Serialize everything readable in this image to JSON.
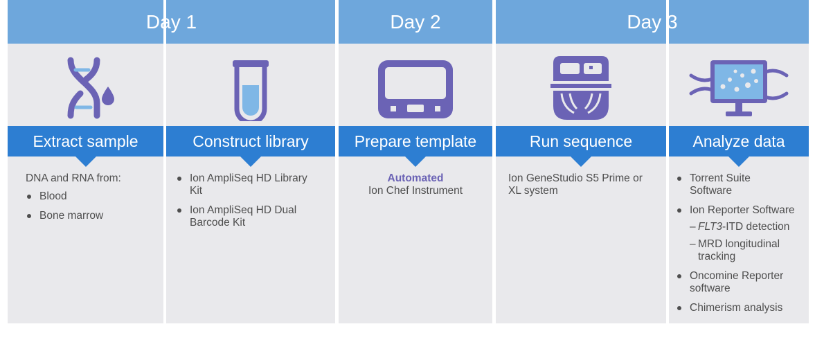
{
  "days": [
    "Day 1",
    "Day 2",
    "Day 3"
  ],
  "stages": [
    {
      "title": "Extract sample"
    },
    {
      "title": "Construct library"
    },
    {
      "title": "Prepare template"
    },
    {
      "title": "Run sequence"
    },
    {
      "title": "Analyze data"
    }
  ],
  "extract": {
    "intro": "DNA and RNA from:",
    "items": [
      "Blood",
      "Bone marrow"
    ]
  },
  "library": {
    "items": [
      "Ion AmpliSeq HD Library Kit",
      "Ion AmpliSeq HD Dual Barcode Kit"
    ]
  },
  "template": {
    "highlight": "Automated",
    "text": "Ion Chef Instrument"
  },
  "sequence": {
    "text": "Ion GeneStudio S5 Prime or XL system"
  },
  "analyze": {
    "item1": "Torrent Suite Software",
    "item2": "Ion Reporter Software",
    "sub1_italic": "FLT3",
    "sub1_rest": "-ITD detection",
    "sub2": "MRD longitudinal tracking",
    "item3": "Oncomine Reporter software",
    "item4": "Chimerism analysis"
  },
  "colors": {
    "day_header": "#6ea7dc",
    "stage_bar": "#2d7ed2",
    "icon": "#6b63b5",
    "icon_light": "#7fb7e6",
    "panel": "#e9e9ec"
  },
  "icons": [
    "dna-drop-icon",
    "test-tube-icon",
    "instrument-icon",
    "sequencer-icon",
    "monitor-data-icon"
  ]
}
